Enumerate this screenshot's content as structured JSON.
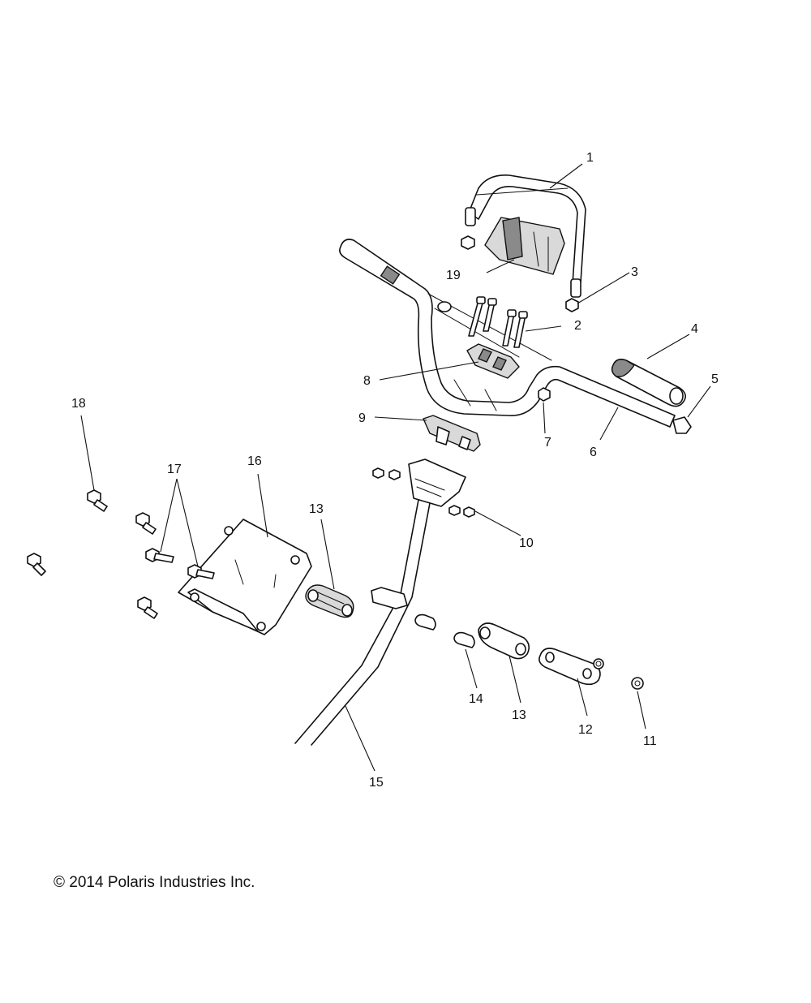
{
  "diagram": {
    "callouts": {
      "c1": "1",
      "c2": "2",
      "c3": "3",
      "c4": "4",
      "c5": "5",
      "c6": "6",
      "c7": "7",
      "c8": "8",
      "c9": "9",
      "c10": "10",
      "c11": "11",
      "c12": "12",
      "c13a": "13",
      "c13b": "13",
      "c14": "14",
      "c15": "15",
      "c16": "16",
      "c17": "17",
      "c18": "18",
      "c19": "19"
    },
    "copyright": "© 2014 Polaris Industries Inc."
  }
}
